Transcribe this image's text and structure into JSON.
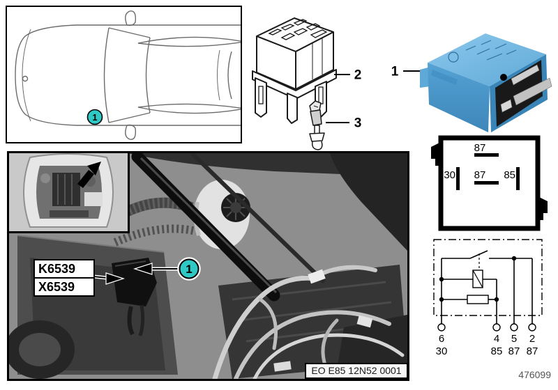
{
  "page": {
    "doc_number": "476099"
  },
  "callouts": {
    "relay_item": "1",
    "socket_item": "2",
    "terminal_item": "3",
    "car_location_marker": "1",
    "photo_location_marker": "1"
  },
  "engine_photo": {
    "relay_code": "K6539",
    "connector_code": "X6539",
    "caption": "EO E85 12N52 0001"
  },
  "pin_diagram": {
    "top_pin": "87",
    "left_pin": "30",
    "center_pin": "87",
    "right_pin": "85"
  },
  "schematic": {
    "terminals": [
      {
        "pin": "6",
        "function": "30"
      },
      {
        "pin": "4",
        "function": "85"
      },
      {
        "pin": "5",
        "function": "87"
      },
      {
        "pin": "2",
        "function": "87"
      }
    ]
  },
  "colors": {
    "marker_teal": "#2fc8c4",
    "relay_blue": "#5fa9d8"
  }
}
